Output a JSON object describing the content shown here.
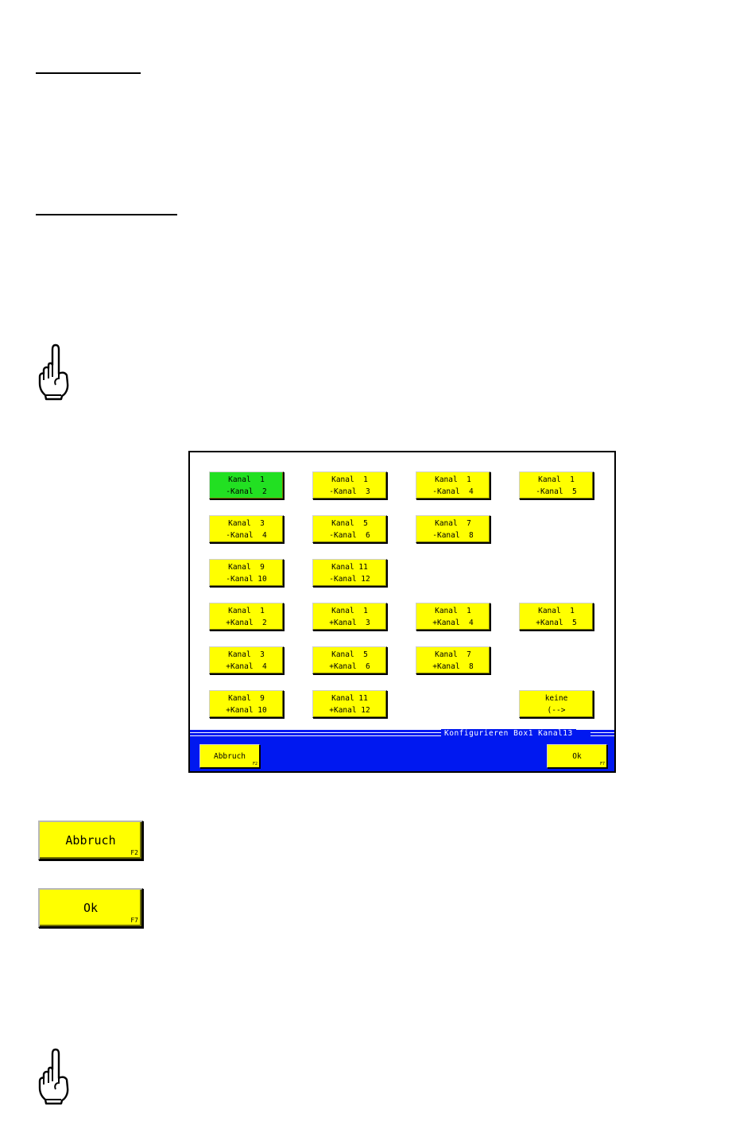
{
  "dialog": {
    "title": "Konfigurieren Box1 Kanal13",
    "grid": [
      [
        {
          "l1": "Kanal  1",
          "l2": "-Kanal  2",
          "active": true
        },
        {
          "l1": "Kanal  1",
          "l2": "-Kanal  3"
        },
        {
          "l1": "Kanal  1",
          "l2": "-Kanal  4"
        },
        {
          "l1": "Kanal  1",
          "l2": "-Kanal  5"
        }
      ],
      [
        {
          "l1": "Kanal  3",
          "l2": "-Kanal  4"
        },
        {
          "l1": "Kanal  5",
          "l2": "-Kanal  6"
        },
        {
          "l1": "Kanal  7",
          "l2": "-Kanal  8"
        },
        null
      ],
      [
        {
          "l1": "Kanal  9",
          "l2": "-Kanal 10"
        },
        {
          "l1": "Kanal 11",
          "l2": "-Kanal 12"
        },
        null,
        null
      ],
      [
        {
          "l1": "Kanal  1",
          "l2": "+Kanal  2"
        },
        {
          "l1": "Kanal  1",
          "l2": "+Kanal  3"
        },
        {
          "l1": "Kanal  1",
          "l2": "+Kanal  4"
        },
        {
          "l1": "Kanal  1",
          "l2": "+Kanal  5"
        }
      ],
      [
        {
          "l1": "Kanal  3",
          "l2": "+Kanal  4"
        },
        {
          "l1": "Kanal  5",
          "l2": "+Kanal  6"
        },
        {
          "l1": "Kanal  7",
          "l2": "+Kanal  8"
        },
        null
      ],
      [
        {
          "l1": "Kanal  9",
          "l2": "+Kanal 10"
        },
        {
          "l1": "Kanal 11",
          "l2": "+Kanal 12"
        },
        null,
        {
          "l1": "keine",
          "l2": "(-->"
        }
      ]
    ],
    "cancel": {
      "label": "Abbruch",
      "fkey": "F2"
    },
    "ok": {
      "label": "Ok",
      "fkey": "F7"
    }
  },
  "legend_buttons": {
    "cancel": {
      "label": "Abbruch",
      "fkey": "F2"
    },
    "ok": {
      "label": "Ok",
      "fkey": "F7"
    }
  },
  "colors": {
    "button": "#ffff00",
    "active_button": "#22e022",
    "statusbar": "#0018f0"
  },
  "icons": [
    "pointing-hand-icon",
    "pointing-hand-icon"
  ]
}
